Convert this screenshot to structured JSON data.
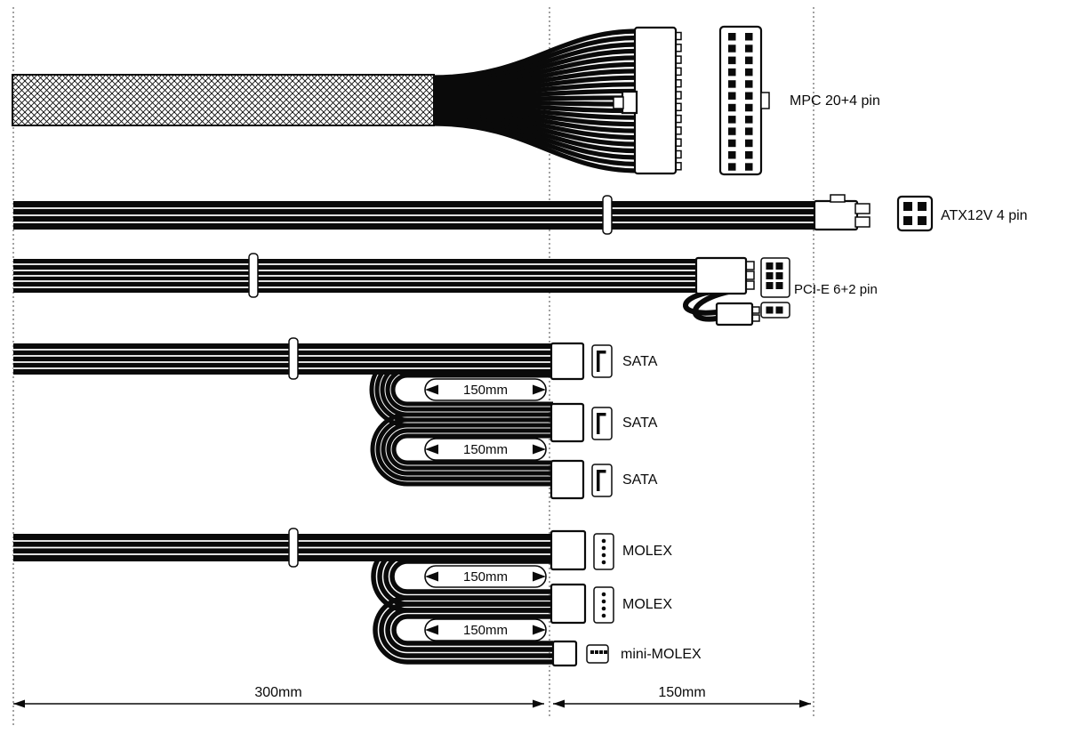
{
  "colors": {
    "ink": "#0a0a0a",
    "background": "#ffffff"
  },
  "cables": {
    "mpc": {
      "connector_label": "MPC 20+4 pin"
    },
    "atx12v": {
      "connector_label": "ATX12V 4 pin"
    },
    "pcie": {
      "connector_label": "PCI-E 6+2 pin"
    },
    "sata_chain": {
      "connector_labels": [
        "SATA",
        "SATA",
        "SATA"
      ],
      "segment_lengths": [
        "150mm",
        "150mm"
      ]
    },
    "molex_chain": {
      "connector_labels": [
        "MOLEX",
        "MOLEX",
        "mini-MOLEX"
      ],
      "segment_lengths": [
        "150mm",
        "150mm"
      ]
    }
  },
  "dimensions": {
    "main_span": "300mm",
    "end_span": "150mm"
  }
}
